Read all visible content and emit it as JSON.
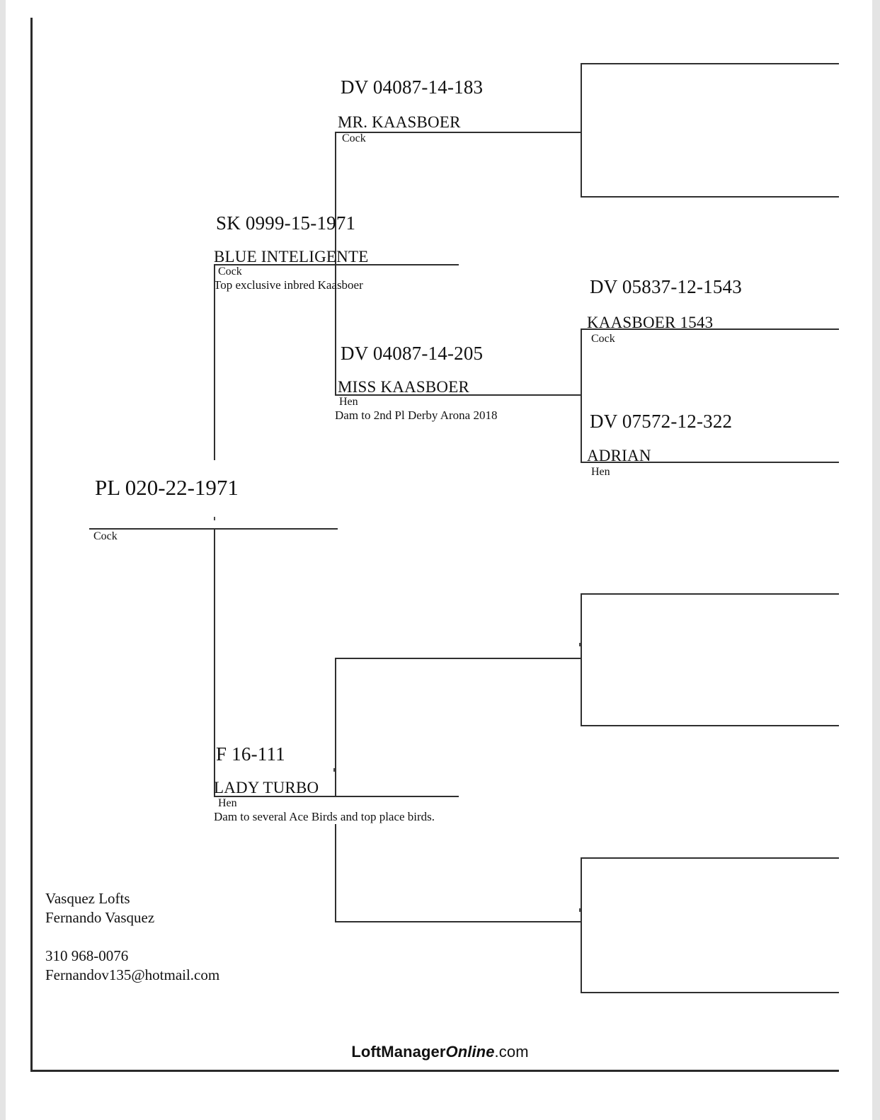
{
  "document": {
    "type": "pigeon-pedigree-chart",
    "footer_brand": {
      "part1": "LoftManager",
      "part2": "Online",
      "part3": ".com"
    }
  },
  "subject": {
    "ring": "PL 020-22-1971",
    "name": "",
    "sex": "Cock"
  },
  "sire": {
    "ring": "SK 0999-15-1971",
    "name": "BLUE INTELIGENTE",
    "sex": "Cock",
    "note": "Top exclusive inbred Kaasboer"
  },
  "dam": {
    "ring": "F 16-111",
    "name": "LADY TURBO",
    "sex": "Hen",
    "note": "Dam to several Ace Birds and top place birds."
  },
  "sire_sire": {
    "ring": "DV 04087-14-183",
    "name": "MR. KAASBOER",
    "sex": "Cock"
  },
  "sire_dam": {
    "ring": "DV 04087-14-205",
    "name": "MISS KAASBOER",
    "sex": "Hen",
    "note": "Dam to 2nd Pl Derby Arona 2018"
  },
  "sire_sire_sire": {
    "ring": "",
    "name": "",
    "sex": ""
  },
  "sire_sire_dam": {
    "ring": "",
    "name": "",
    "sex": ""
  },
  "sire_dam_sire": {
    "ring": "DV 05837-12-1543",
    "name": "KAASBOER 1543",
    "sex": "Cock"
  },
  "sire_dam_dam": {
    "ring": "DV 07572-12-322",
    "name": "ADRIAN",
    "sex": "Hen"
  },
  "dam_sire": {
    "ring": "",
    "name": "",
    "sex": ""
  },
  "dam_dam": {
    "ring": "",
    "name": "",
    "sex": ""
  },
  "dam_sire_sire": {
    "ring": "",
    "name": "",
    "sex": ""
  },
  "dam_sire_dam": {
    "ring": "",
    "name": "",
    "sex": ""
  },
  "dam_dam_sire": {
    "ring": "",
    "name": "",
    "sex": ""
  },
  "dam_dam_dam": {
    "ring": "",
    "name": "",
    "sex": ""
  },
  "contact": {
    "loft": "Vasquez Lofts",
    "owner": "Fernando Vasquez",
    "phone": "310 968-0076",
    "email": "Fernandov135@hotmail.com"
  },
  "colors": {
    "line": "#2f2f2f",
    "frame": "#2a2a2a",
    "text": "#111111",
    "page": "#ffffff"
  }
}
